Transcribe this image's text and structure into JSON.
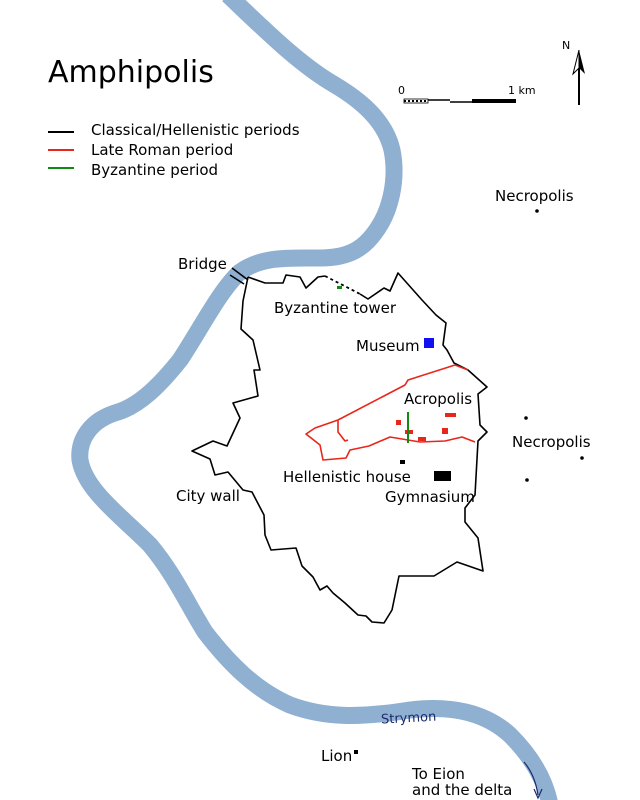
{
  "title": "Amphipolis",
  "legend": [
    {
      "label": "Classical/Hellenistic periods",
      "color": "#000000"
    },
    {
      "label": "Late Roman period",
      "color": "#e8261c"
    },
    {
      "label": "Byzantine period",
      "color": "#118a11"
    }
  ],
  "scale": {
    "start": "0",
    "end": "1 km"
  },
  "north": "N",
  "labels": {
    "bridge": "Bridge",
    "byzantine_tower": "Byzantine tower",
    "museum": "Museum",
    "acropolis": "Acropolis",
    "hellenistic_house": "Hellenistic house",
    "gymnasium": "Gymnasium",
    "city_wall": "City wall",
    "necropolis_north": "Necropolis",
    "necropolis_east": "Necropolis",
    "river": "Strymon",
    "lion": "Lion",
    "to_eion_1": "To Eion",
    "to_eion_2": "and the delta"
  },
  "colors": {
    "river": "#8fb0d0",
    "classical": "#000000",
    "late_roman": "#e8261c",
    "byzantine": "#118a11",
    "museum": "#1010f0",
    "flow_arrow": "#1c2a6e"
  }
}
